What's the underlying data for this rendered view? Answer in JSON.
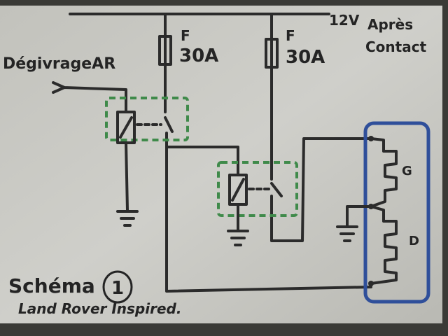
{
  "title": "Schéma",
  "schema_number": "1",
  "subtitle": "Land Rover Inspired.",
  "supply_label": "12V",
  "supply_note_line1": "Après",
  "supply_note_line2": "Contact",
  "input_label": "DégivrageAR",
  "fuses": [
    {
      "letter": "F",
      "rating": "30A"
    },
    {
      "letter": "F",
      "rating": "30A"
    }
  ],
  "motor_windings": [
    "G",
    "D"
  ],
  "colors": {
    "relay_box": "#3f8a4a",
    "motor_box": "#2f4f9a",
    "ink": "#2b2b2b",
    "paper": "#c8c8c2"
  }
}
